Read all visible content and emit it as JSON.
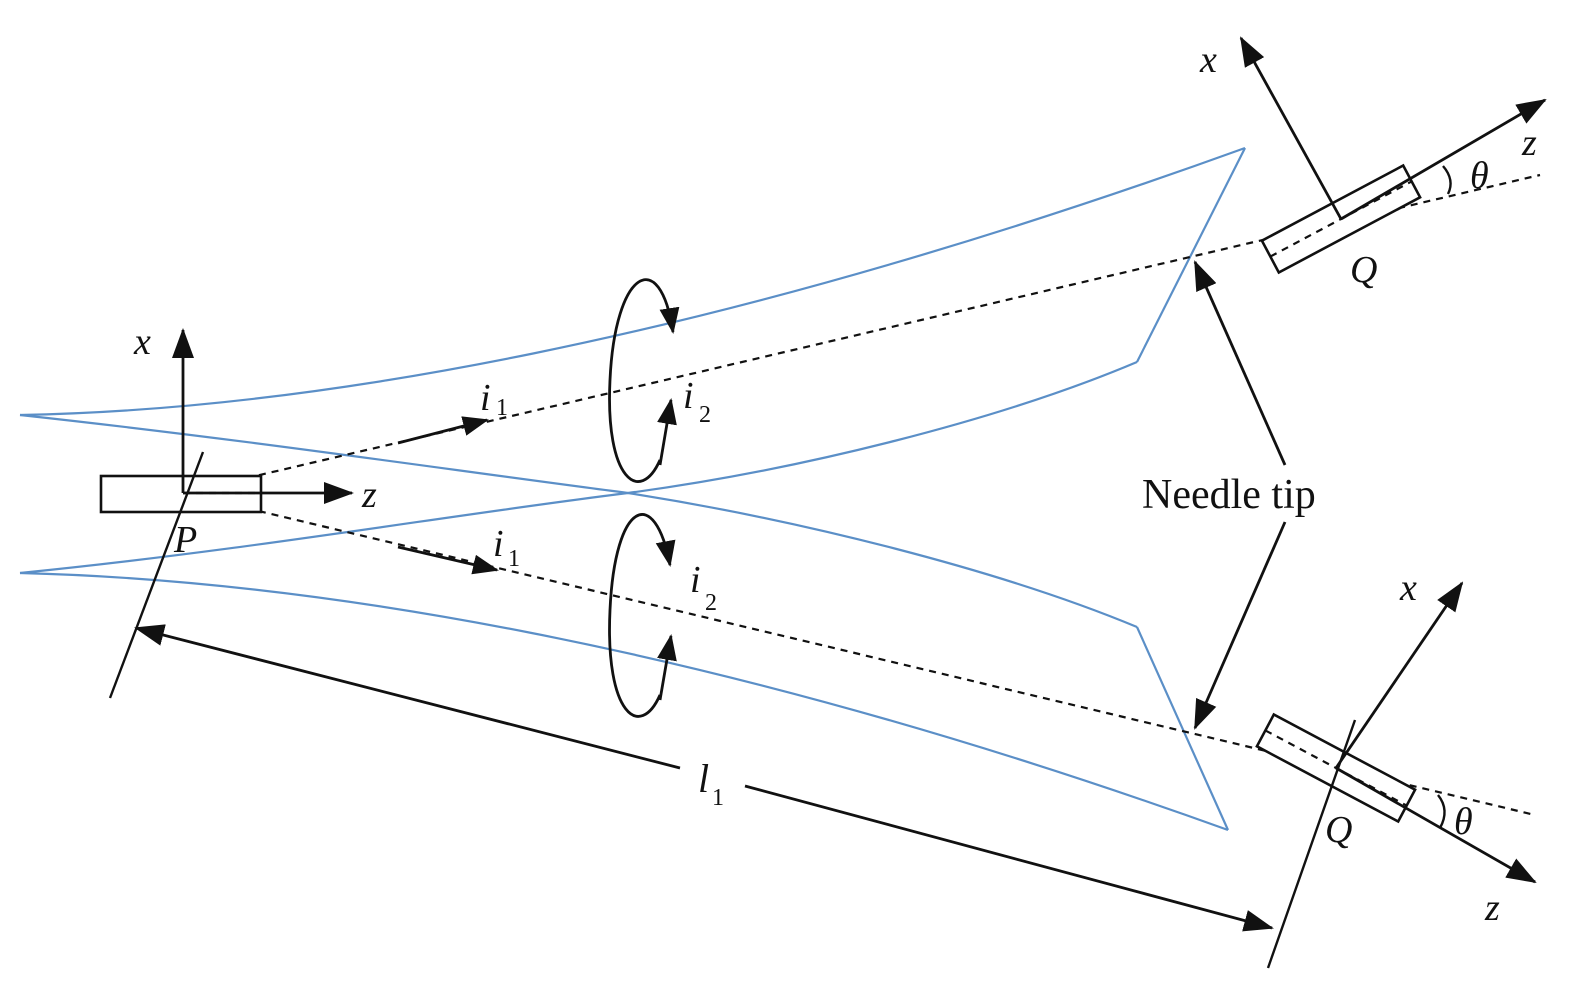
{
  "labels": {
    "x": "x",
    "z": "z",
    "P": "P",
    "Q": "Q",
    "theta": "θ",
    "i": "i",
    "l": "l",
    "sub1": "1",
    "sub2": "2",
    "needle_tip": "Needle tip"
  },
  "colors": {
    "needle": "#5b8fc7",
    "ink": "#111111"
  }
}
